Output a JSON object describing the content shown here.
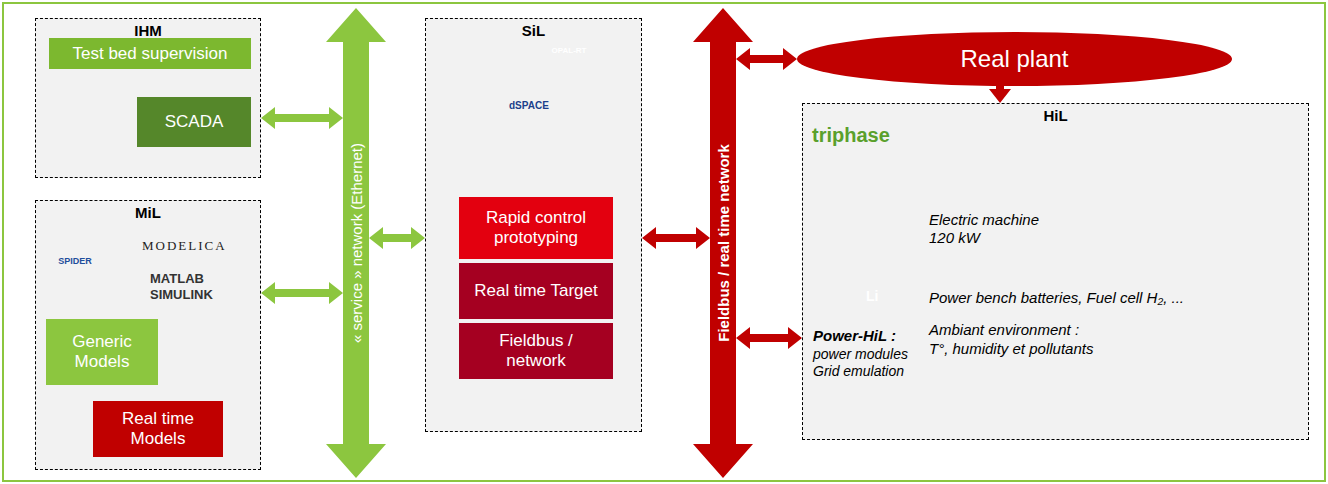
{
  "diagram": {
    "nodes": [
      {
        "text": [
          "IHM"
        ]
      },
      {
        "text": [
          "Test bed supervision"
        ],
        "in": 0
      },
      {
        "text": [
          "SCADA"
        ],
        "in": 0
      },
      {
        "text": [
          "MiL"
        ]
      },
      {
        "text": [
          "Generic Models"
        ],
        "in": 3
      },
      {
        "text": [
          "Real time Models"
        ],
        "in": 3
      },
      {
        "text": [
          "« service » network (Ethernet)"
        ]
      },
      {
        "text": [
          "SiL"
        ]
      },
      {
        "text": [
          "Rapid control prototyping"
        ],
        "in": 7
      },
      {
        "text": [
          "Real time Target"
        ],
        "in": 7
      },
      {
        "text": [
          "Fieldbus / network"
        ],
        "in": 7
      },
      {
        "text": [
          "Fieldbus / real time network"
        ]
      },
      {
        "text": [
          "Real plant"
        ]
      },
      {
        "text": [
          "HiL",
          "Electric machine 120 kW",
          "Power-HiL :",
          "power modules Grid emulation",
          "Power bench batteries, Fuel cell H₂, ...",
          "Ambiant environment :",
          "T°, humidity et pollutants"
        ]
      }
    ],
    "edges": [
      {
        "from": 0,
        "to": 6,
        "arrow": "both"
      },
      {
        "from": 3,
        "to": 6,
        "arrow": "both"
      },
      {
        "from": 6,
        "to": 7,
        "arrow": "both"
      },
      {
        "from": 7,
        "to": 11,
        "arrow": "both"
      },
      {
        "from": 11,
        "to": 12,
        "arrow": "both"
      },
      {
        "from": 11,
        "to": 13,
        "arrow": "both"
      },
      {
        "from": 12,
        "to": 13,
        "arrow": "to"
      }
    ],
    "labels": [
      "SPIDER",
      "MODELICA",
      "MATLAB",
      "SIMULINK",
      "OPAL-RT",
      "dSPACE",
      "triphase",
      "Li"
    ]
  }
}
